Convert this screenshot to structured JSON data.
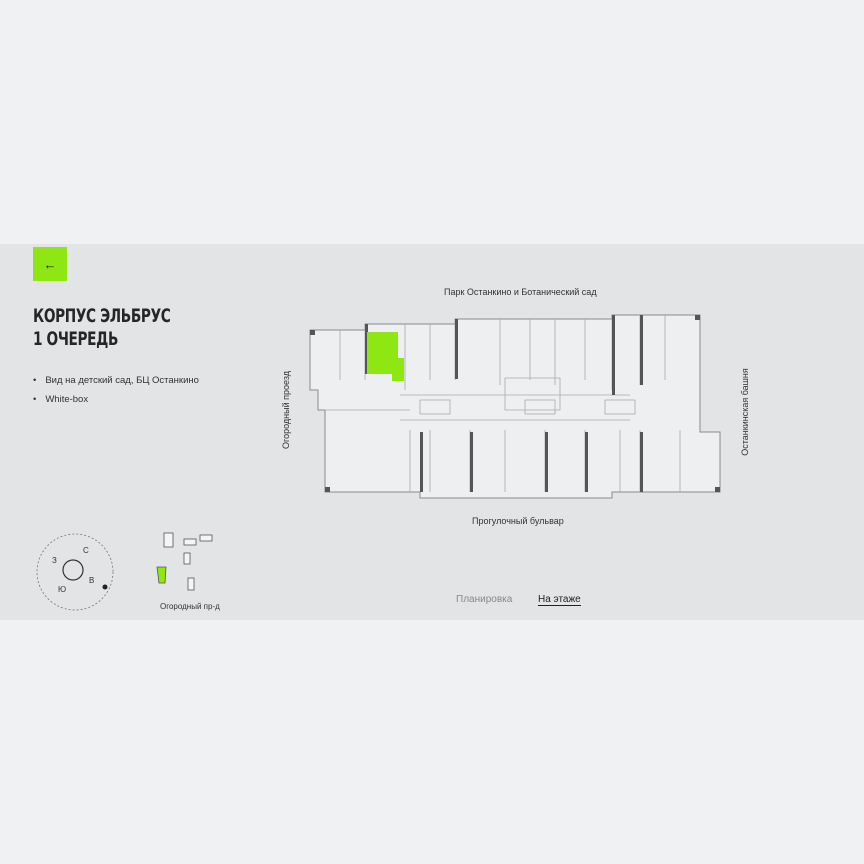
{
  "nav": {
    "back_icon": "arrow-left-icon",
    "back_glyph": "←"
  },
  "building": {
    "title_line1": "КОРПУС ЭЛЬБРУС",
    "title_line2": "1 ОЧЕРЕДЬ",
    "features": [
      "Вид на детский сад, БЦ Останкино",
      "White-box"
    ]
  },
  "plan": {
    "north_label": "Парк Останкино и Ботанический сад",
    "south_label": "Прогулочный бульвар",
    "west_label": "Огородный проезд",
    "east_label": "Останкинская башня",
    "highlight_color": "#8ee613"
  },
  "compass": {
    "n": "С",
    "e": "В",
    "s": "Ю",
    "w": "З"
  },
  "site_map": {
    "street_label": "Огородный пр-д"
  },
  "tabs": [
    {
      "label": "Планировка",
      "active": false
    },
    {
      "label": "На этаже",
      "active": true
    }
  ]
}
